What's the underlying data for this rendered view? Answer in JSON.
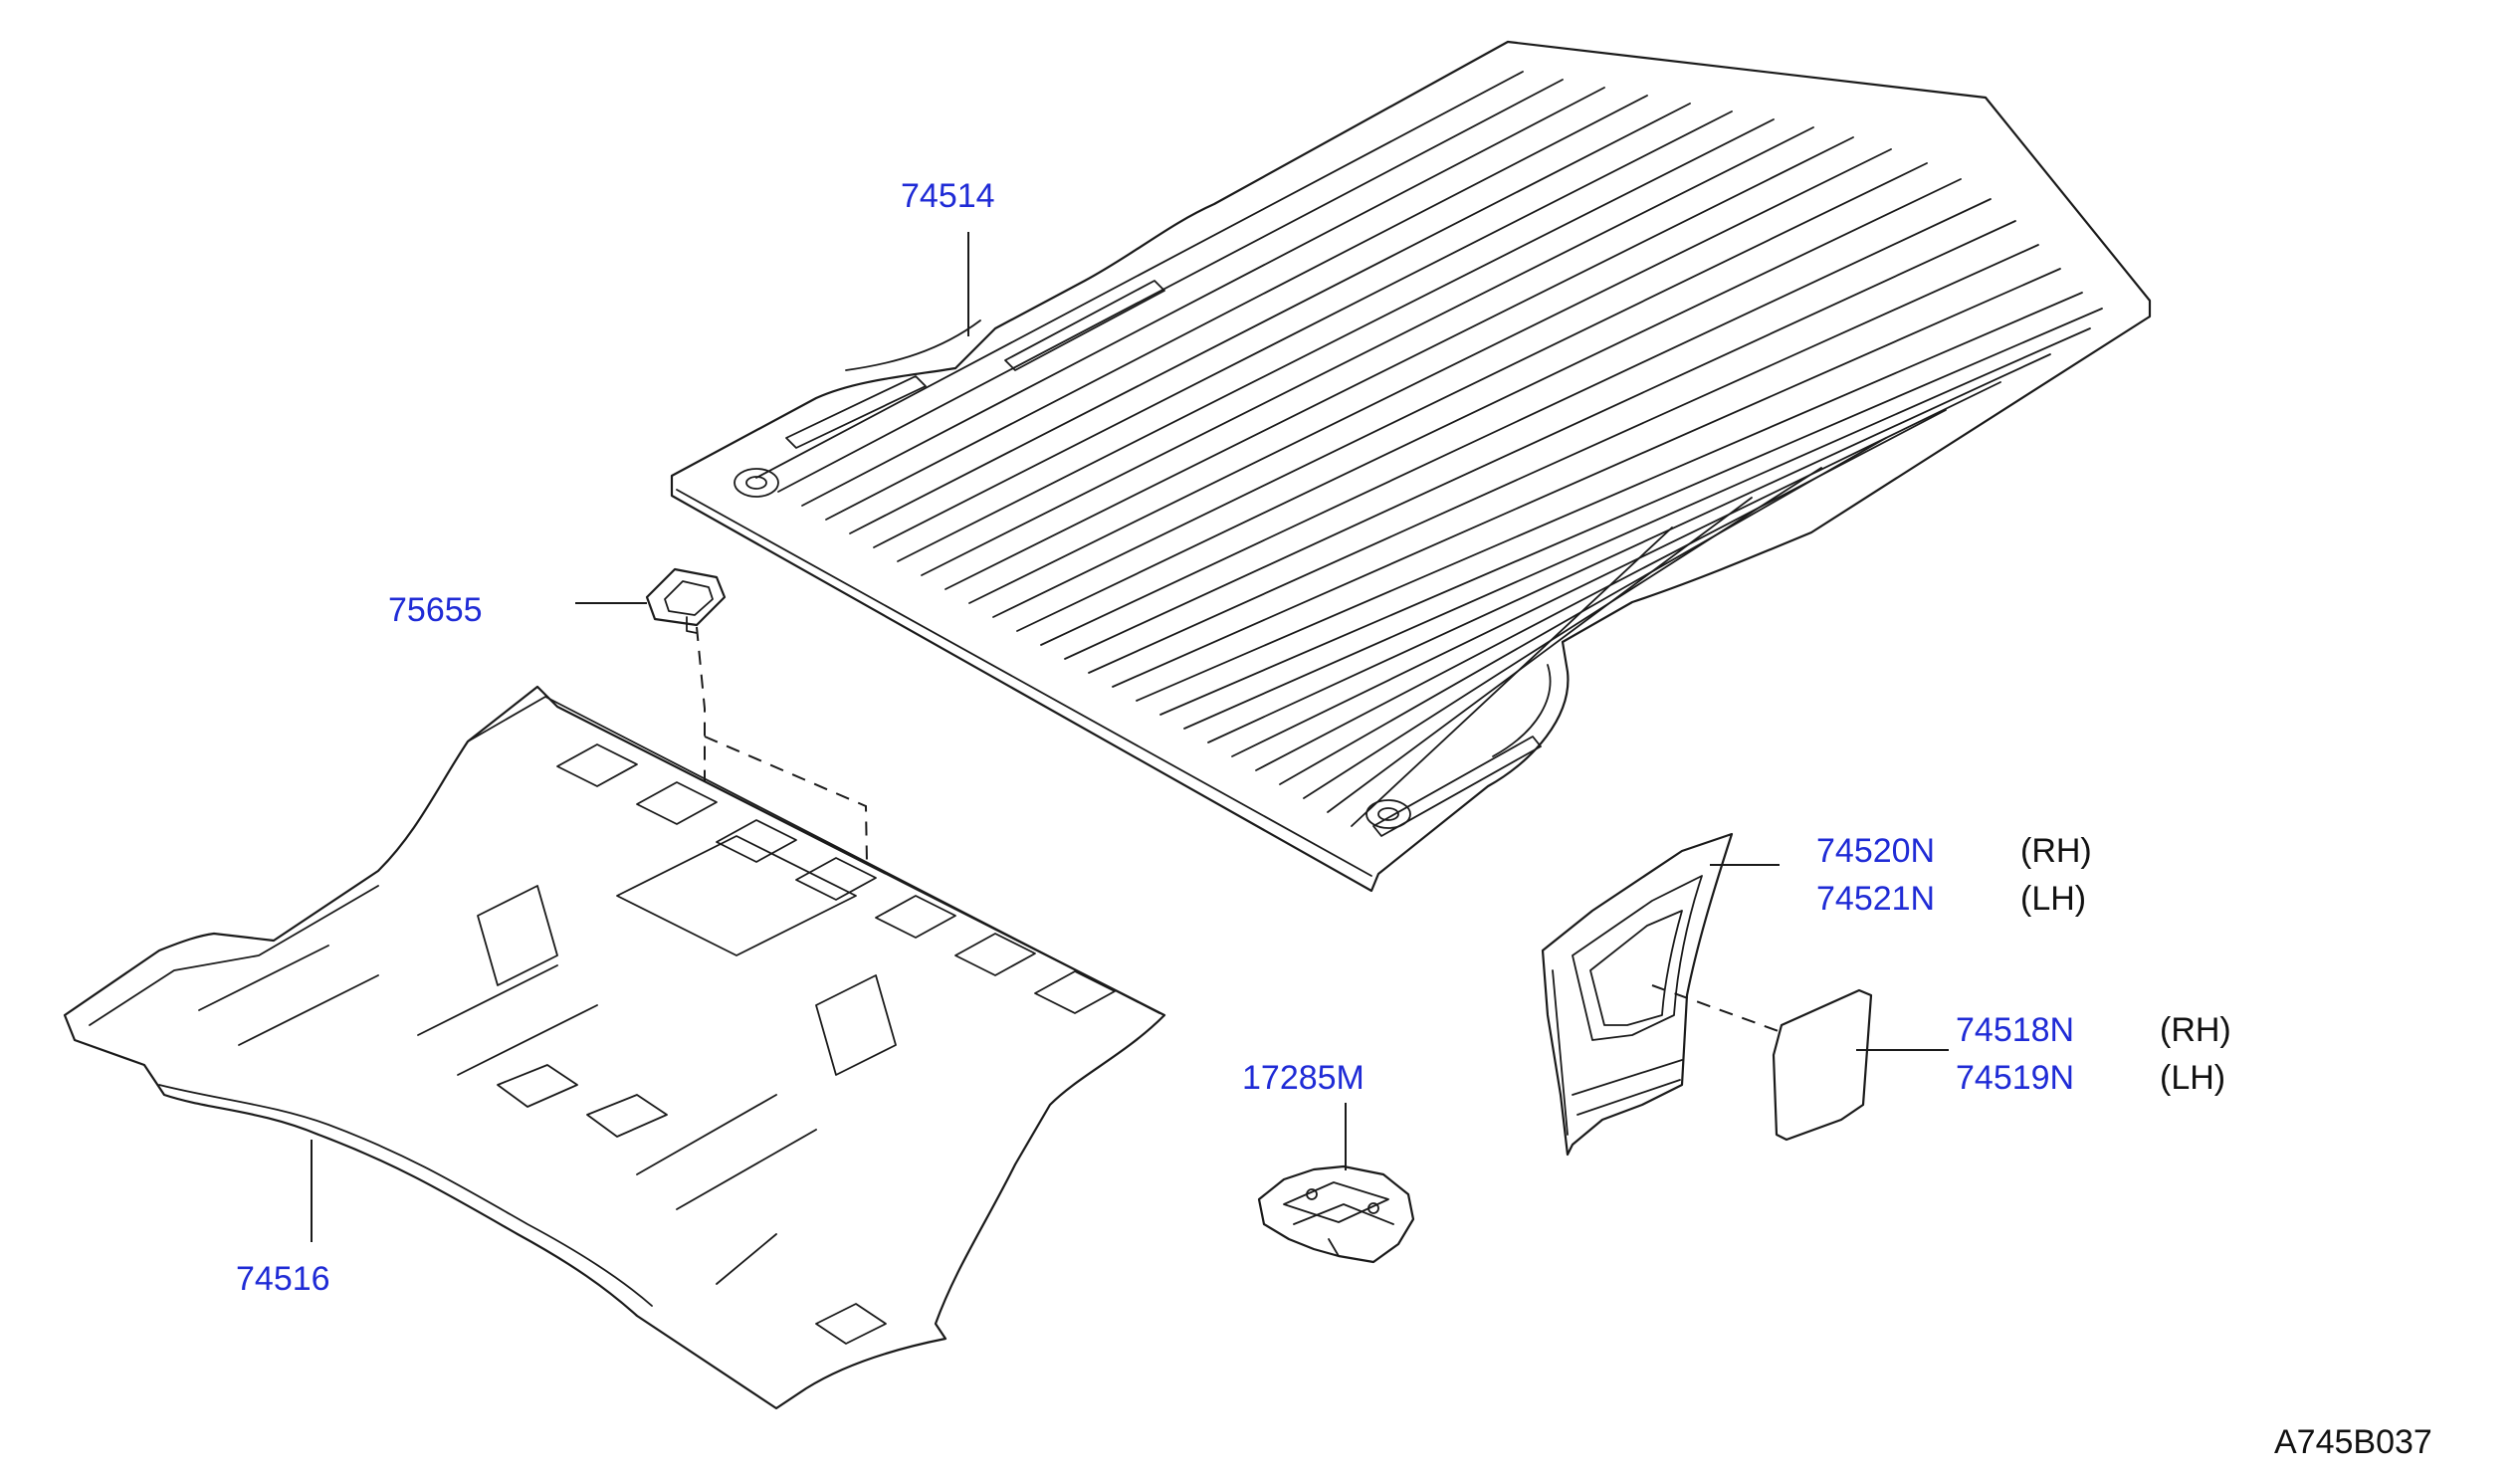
{
  "colors": {
    "callout": "#1f2bd6",
    "line": "#1a1a1a",
    "background": "#ffffff"
  },
  "parts": [
    {
      "number": "74514"
    },
    {
      "number": "75655"
    },
    {
      "number": "74516"
    },
    {
      "number": "17285M"
    },
    {
      "number": "74520N",
      "side": "(RH)"
    },
    {
      "number": "74521N",
      "side": "(LH)"
    },
    {
      "number": "74518N",
      "side": "(RH)"
    },
    {
      "number": "74519N",
      "side": "(LH)"
    }
  ],
  "diagram_code": "A745B037"
}
